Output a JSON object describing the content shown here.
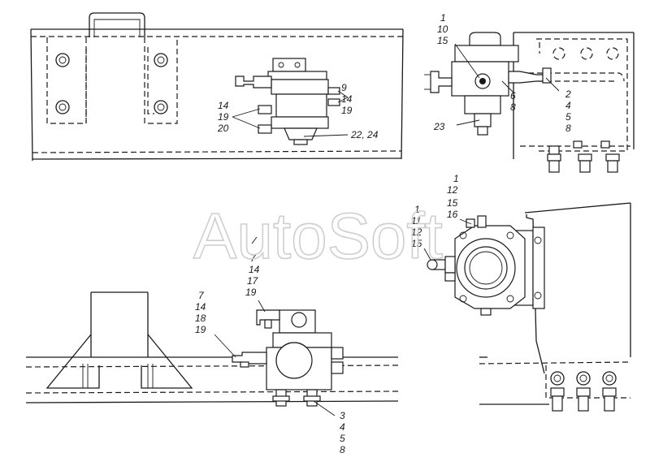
{
  "watermark": "AutoSoft",
  "callouts": {
    "view_a": {
      "c1": "9",
      "c2": "14",
      "c3": "19",
      "c4": "14",
      "c5": "19",
      "c6": "20",
      "c7": "22, 24"
    },
    "view_b": {
      "c1": "1",
      "c2": "10",
      "c3": "15",
      "c4": "6",
      "c5": "8",
      "c6": "2",
      "c7": "4",
      "c8": "5",
      "c9": "8",
      "c10": "23"
    },
    "view_c": {
      "c1": "7",
      "c2": "14",
      "c3": "17",
      "c4": "19",
      "c5": "7",
      "c6": "14",
      "c7": "18",
      "c8": "19",
      "c9": "3",
      "c10": "4",
      "c11": "5",
      "c12": "8"
    },
    "view_d": {
      "c1": "1",
      "c2": "12",
      "c3": "15",
      "c4": "16",
      "c5": "1",
      "c6": "11",
      "c7": "12",
      "c8": "15"
    }
  },
  "colors": {
    "ink": "#1a1a1a",
    "watermark": "#cfcfcf",
    "background": "#ffffff"
  }
}
